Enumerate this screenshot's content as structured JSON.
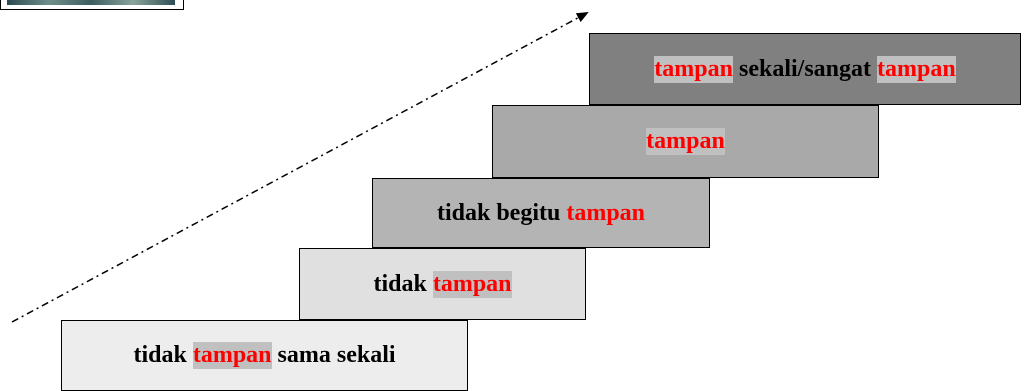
{
  "diagram": {
    "steps": [
      {
        "id": "step-1",
        "parts": [
          {
            "text": "tidak "
          },
          {
            "text": "tampan",
            "highlight": true,
            "shade": true
          },
          {
            "text": " sama sekali"
          }
        ]
      },
      {
        "id": "step-2",
        "parts": [
          {
            "text": "tidak "
          },
          {
            "text": "tampan",
            "highlight": true,
            "shade": true
          }
        ]
      },
      {
        "id": "step-3",
        "parts": [
          {
            "text": "tidak begitu "
          },
          {
            "text": "tampan",
            "highlight": true,
            "shade": false
          }
        ]
      },
      {
        "id": "step-4",
        "parts": [
          {
            "text": "tampan",
            "highlight": true,
            "shade": true
          }
        ]
      },
      {
        "id": "step-5",
        "parts": [
          {
            "text": "tampan",
            "highlight": true,
            "shade": true
          },
          {
            "text": " sekali/sangat "
          },
          {
            "text": "tampan",
            "highlight": true,
            "shade": true
          }
        ]
      }
    ],
    "colors": {
      "highlight_text": "#ff0000",
      "highlight_shade": "#c0c0c0",
      "step_fills": [
        "#ededed",
        "#e0e0e0",
        "#b4b4b4",
        "#a9a9a9",
        "#808080"
      ]
    }
  }
}
